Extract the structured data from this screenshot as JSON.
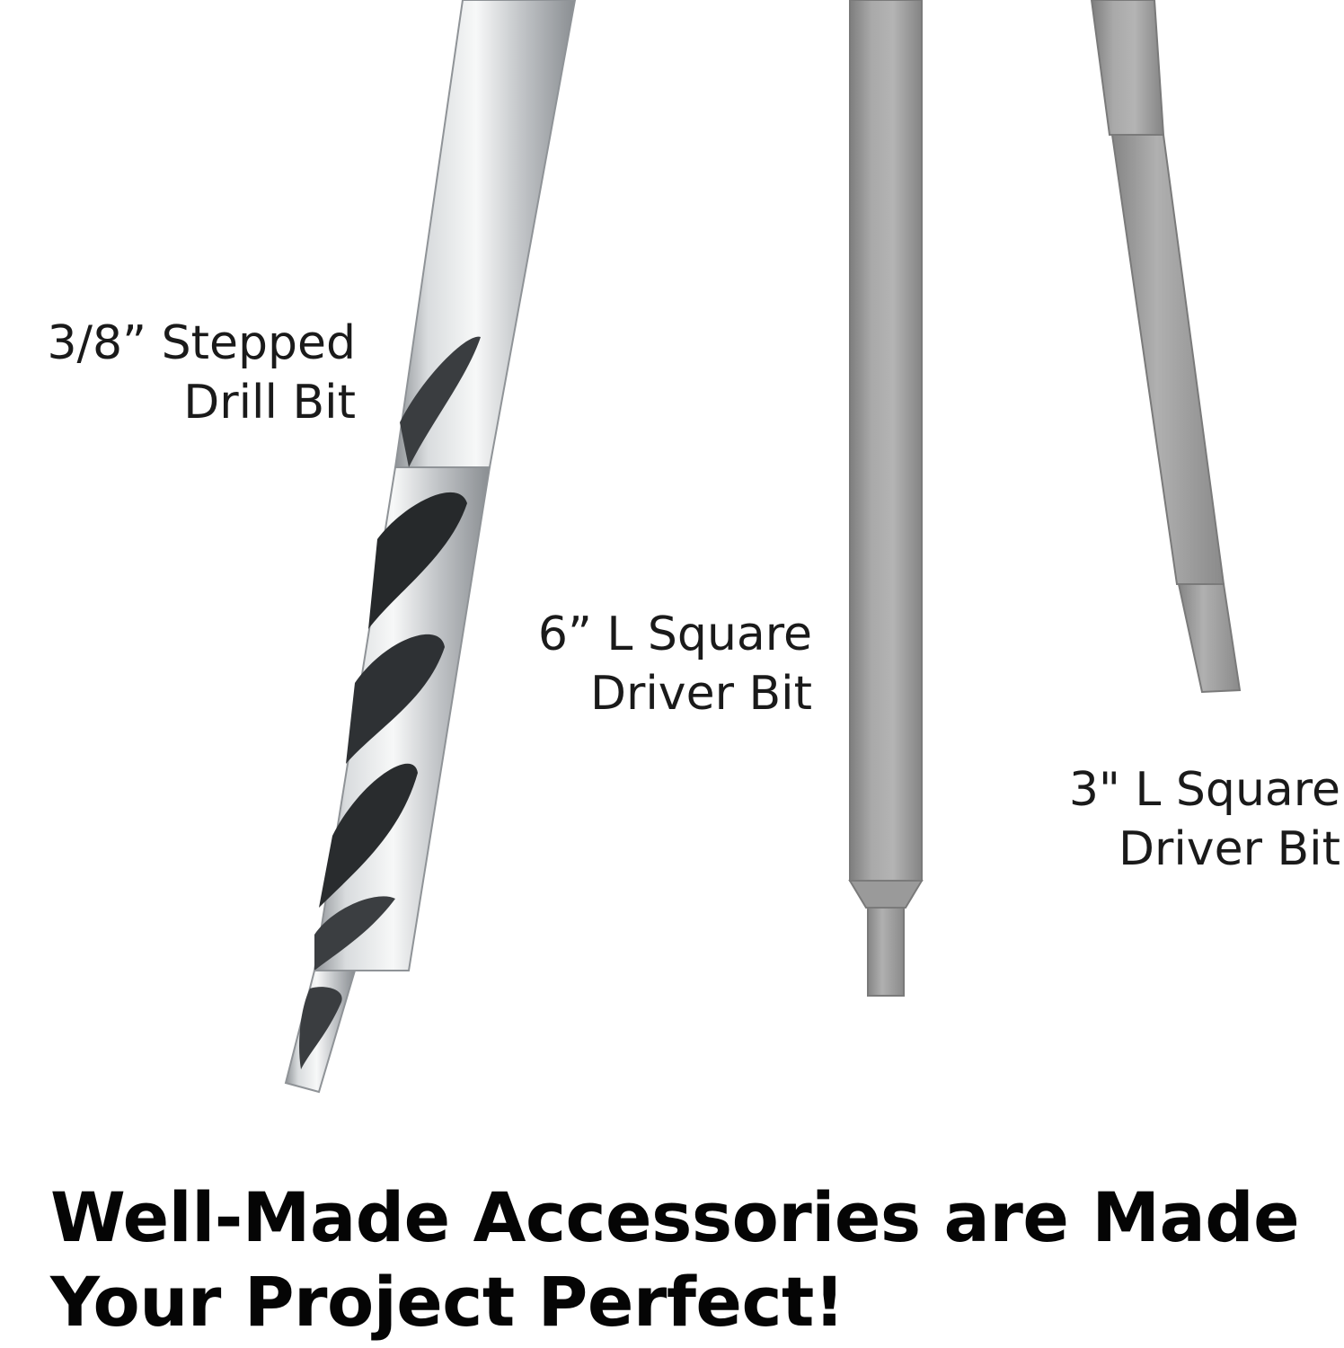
{
  "labels": {
    "drill": {
      "line1": "3/8”  Stepped",
      "line2": "Drill Bit"
    },
    "six_inch": {
      "line1": "6”  L Square",
      "line2": "Driver Bit"
    },
    "three_inch": {
      "line1": "3\"  L Square",
      "line2": "Driver Bit"
    }
  },
  "headline": {
    "line1": "Well-Made Accessories are Made",
    "line2": "Your Project Perfect!"
  },
  "colors": {
    "background": "#ffffff",
    "steel_light": "#e6e8ea",
    "steel_mid": "#b8bcbf",
    "driver_grey": "#9e9e9e",
    "text": "#111111"
  }
}
